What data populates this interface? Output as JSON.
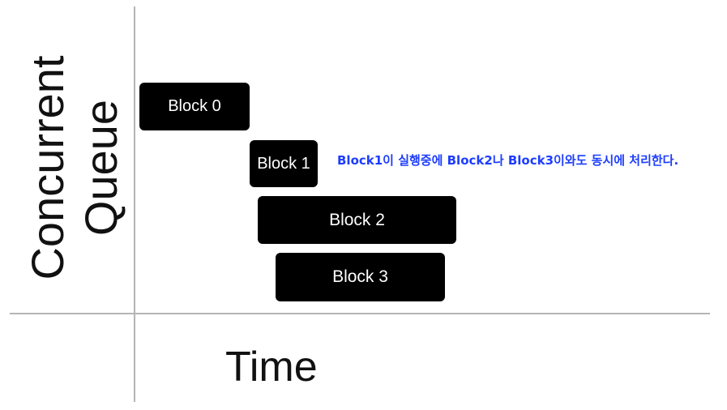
{
  "diagram": {
    "ylabel_line1": "Concurrent",
    "ylabel_line2": "Queue",
    "xlabel": "Time",
    "blocks": [
      {
        "label": "Block 0"
      },
      {
        "label": "Block 1"
      },
      {
        "label": "Block 2"
      },
      {
        "label": "Block 3"
      }
    ],
    "annotation": "Block1이 실행중에 Block2나 Block3이와도 동시에 처리한다.",
    "colors": {
      "block_fill": "#000000",
      "block_text": "#ffffff",
      "axis": "#b5b5b5",
      "annotation": "#1d3dff"
    }
  }
}
